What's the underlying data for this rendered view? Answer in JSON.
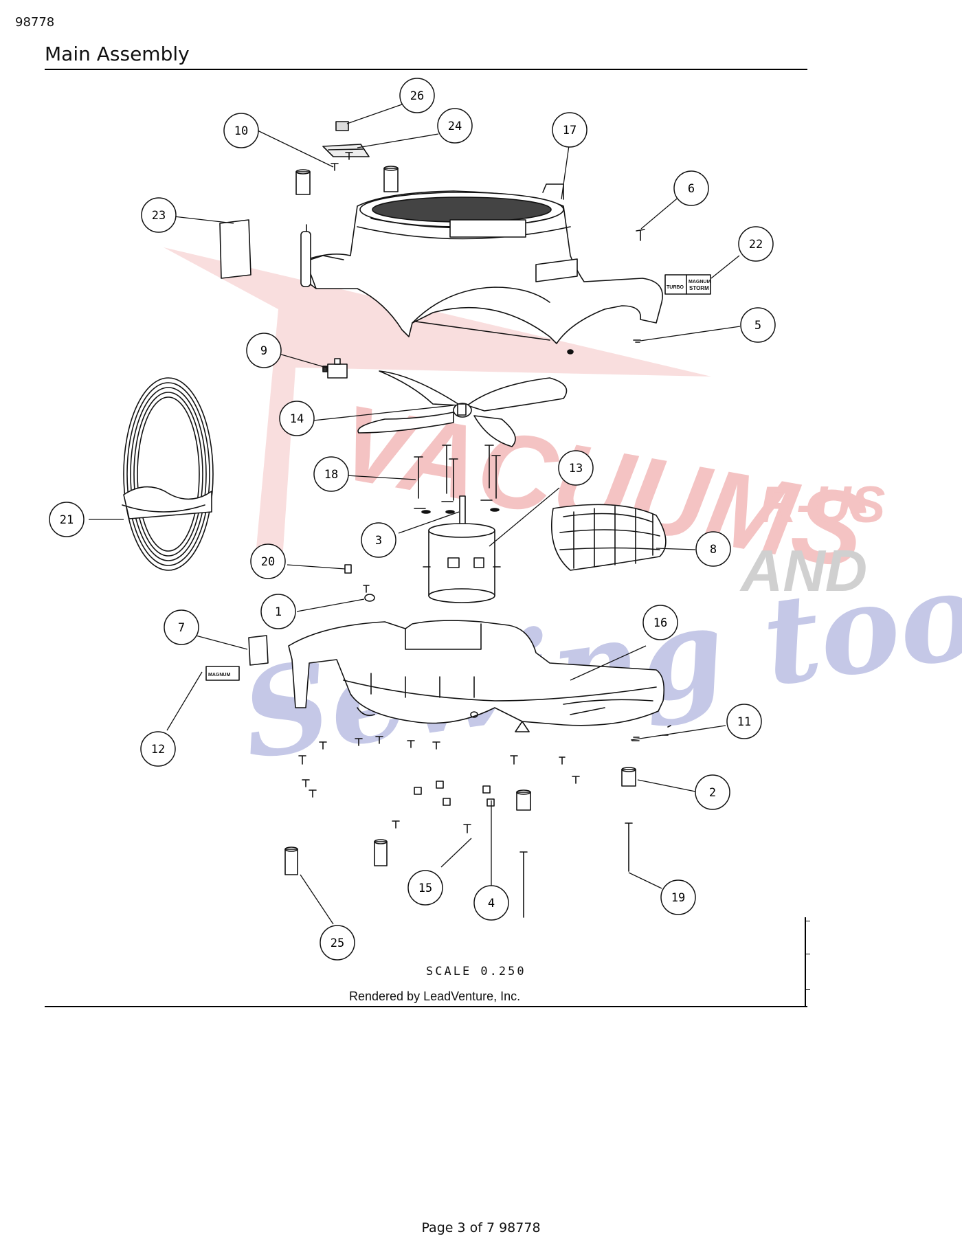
{
  "header": {
    "doc_id": "98778",
    "title": "Main Assembly"
  },
  "watermark": {
    "line1": "VACUUMS",
    "line1_suffix": "R-US",
    "line2": "AND",
    "line3": "Sewing too",
    "colors": {
      "red": "#e46a6a",
      "blue": "#6f78c4",
      "gray": "#8c8c8c"
    }
  },
  "callouts": [
    "1",
    "2",
    "3",
    "4",
    "5",
    "6",
    "7",
    "8",
    "9",
    "10",
    "11",
    "12",
    "13",
    "14",
    "15",
    "16",
    "17",
    "18",
    "19",
    "20",
    "21",
    "22",
    "23",
    "24",
    "25",
    "26"
  ],
  "part_labels": {
    "decal_22_top": "MAGNUM",
    "decal_22_left": "TURBO",
    "decal_22_right": "STORM",
    "decal_12": "MAGNUM"
  },
  "scale_label": "SCALE  0.250",
  "render_credit": "Rendered by LeadVenture, Inc.",
  "footer": {
    "page": "Page 3 of 7 98778"
  }
}
